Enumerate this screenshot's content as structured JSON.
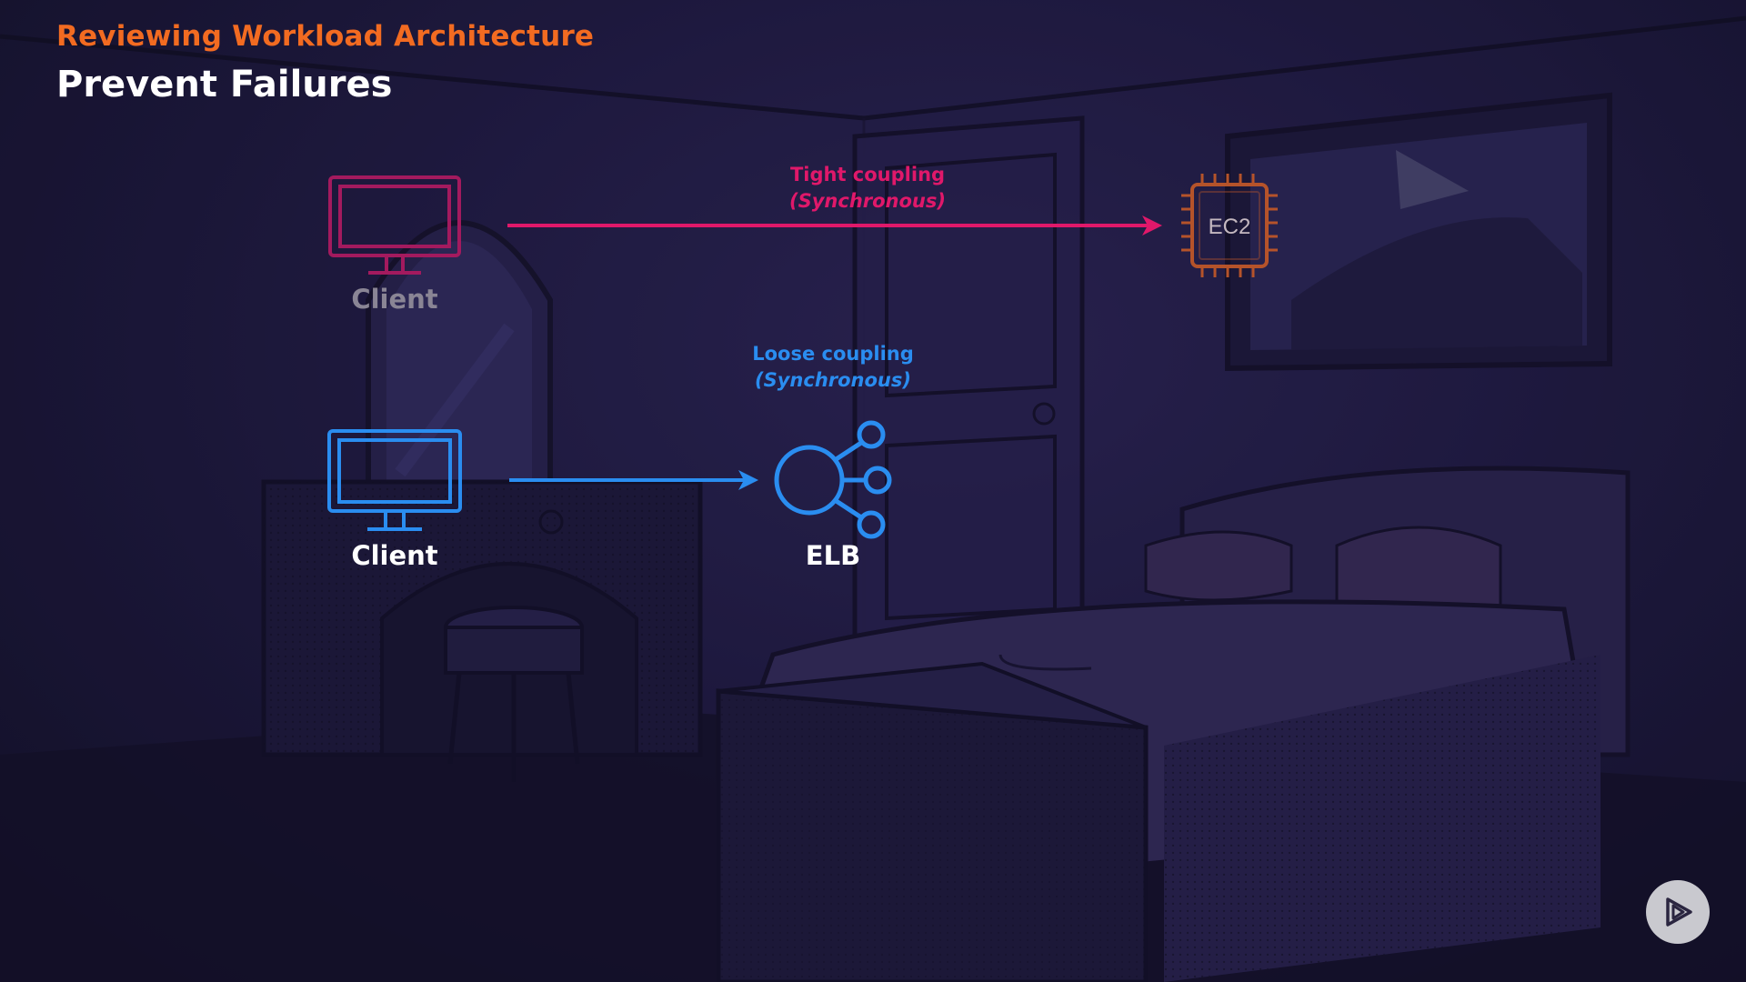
{
  "header": {
    "section_title": "Reviewing Workload Architecture",
    "page_title": "Prevent Failures"
  },
  "diagram": {
    "tight_coupling": {
      "label": "Tight coupling",
      "sublabel": "(Synchronous)",
      "color": "#e0186a"
    },
    "loose_coupling": {
      "label": "Loose coupling",
      "sublabel": "(Synchronous)",
      "color": "#2a8df0"
    },
    "client_top": {
      "label": "Client",
      "icon": "monitor-icon",
      "color": "#a31a5e",
      "label_color": "#8a8595"
    },
    "client_bottom": {
      "label": "Client",
      "icon": "monitor-icon",
      "color": "#2a8df0",
      "label_color": "#ffffff"
    },
    "ec2": {
      "label": "EC2",
      "icon": "chip-icon",
      "color": "#b5532a"
    },
    "elb": {
      "label": "ELB",
      "icon": "load-balancer-icon",
      "color": "#2a8df0"
    }
  },
  "controls": {
    "play_icon": "play-icon"
  }
}
